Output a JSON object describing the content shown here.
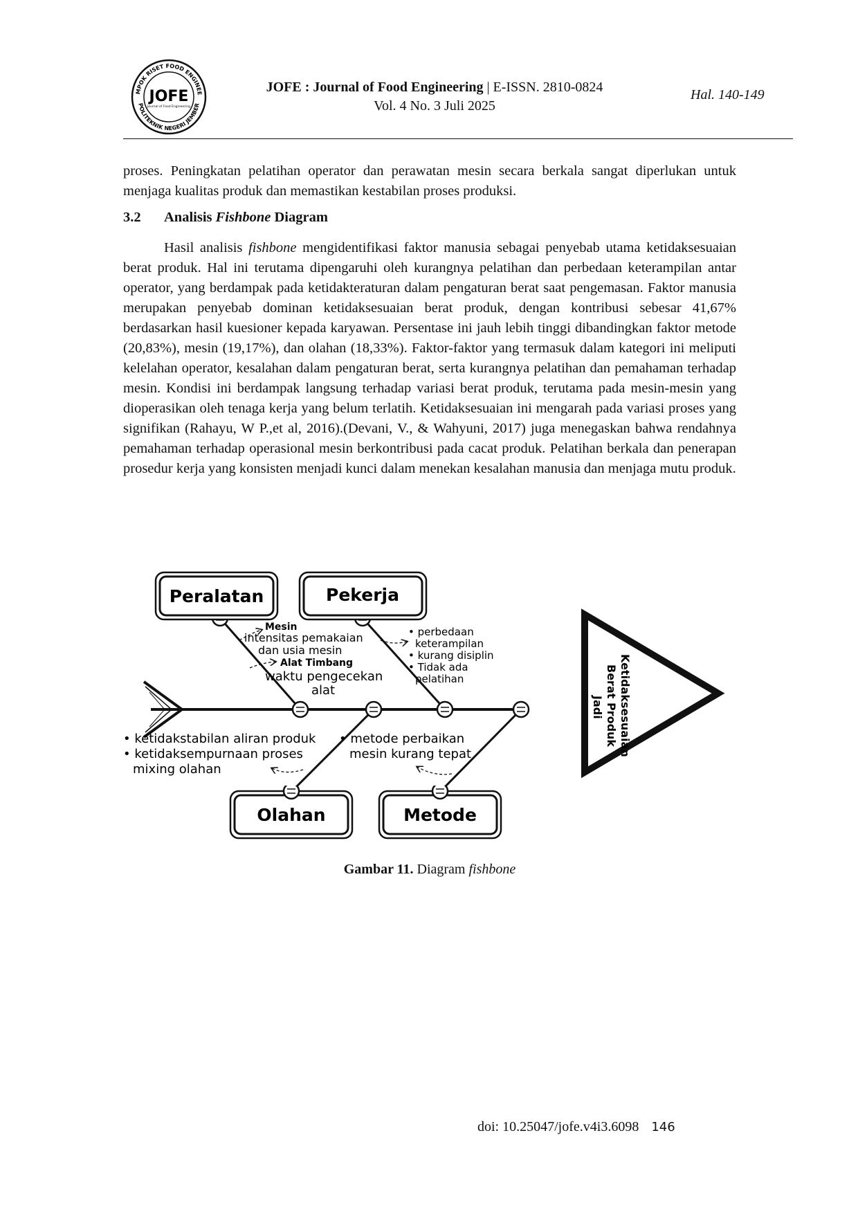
{
  "header": {
    "logo_top_text": "KELOMPOK RISET FOOD ENGINEERING",
    "logo_bottom_text": "POLITEKNIK NEGERI JEMBER",
    "logo_main": "JOFE",
    "logo_sub": "Journal of Food Engineering",
    "journal_title": "JOFE : Journal of Food Engineering",
    "separator": " | ",
    "issn": "E-ISSN. 2810-0824",
    "volume": "Vol. 4 No. 3 Juli 2025",
    "pages": "Hal. 140-149"
  },
  "paragraph1": "proses. Peningkatan pelatihan operator dan perawatan mesin secara berkala sangat diperlukan untuk menjaga kualitas produk dan memastikan kestabilan proses produksi.",
  "section": {
    "number": "3.2",
    "title_prefix": "Analisis ",
    "title_italic": "Fishbone",
    "title_suffix": " Diagram"
  },
  "paragraph2": {
    "lead": "Hasil analisis ",
    "lead_italic": "fishbone",
    "rest": " mengidentifikasi faktor manusia sebagai penyebab utama ketidaksesuaian berat produk. Hal ini terutama dipengaruhi oleh kurangnya pelatihan dan perbedaan keterampilan antar operator, yang berdampak pada ketidakteraturan dalam pengaturan berat saat pengemasan. Faktor manusia merupakan penyebab dominan ketidaksesuaian berat produk, dengan kontribusi sebesar 41,67% berdasarkan hasil kuesioner kepada karyawan. Persentase ini jauh lebih tinggi dibandingkan faktor metode (20,83%), mesin (19,17%), dan olahan (18,33%). Faktor-faktor yang termasuk dalam kategori ini meliputi kelelahan operator, kesalahan dalam pengaturan berat, serta kurangnya pelatihan dan pemahaman terhadap mesin. Kondisi ini berdampak langsung terhadap variasi berat produk, terutama pada mesin-mesin yang dioperasikan oleh tenaga kerja yang belum terlatih. Ketidaksesuaian ini mengarah pada variasi proses yang signifikan (Rahayu, W P.,et al, 2016).(Devani, V., & Wahyuni, 2017) juga menegaskan bahwa rendahnya pemahaman terhadap operasional mesin berkontribusi pada cacat produk. Pelatihan berkala dan penerapan prosedur kerja yang konsisten menjadi kunci dalam menekan kesalahan manusia dan menjaga mutu produk."
  },
  "diagram": {
    "categories": {
      "peralatan": "Peralatan",
      "pekerja": "Pekerja",
      "olahan": "Olahan",
      "metode": "Metode"
    },
    "effect_lines": [
      "Ketidaksesuaian",
      "Berat Produk",
      "Jadi"
    ],
    "peralatan_causes": {
      "mesin_title": "Mesin",
      "mesin_line1": "intensitas pemakaian",
      "mesin_line2": "dan usia mesin",
      "timbang_title": "Alat Timbang",
      "timbang_line1": "waktu pengecekan",
      "timbang_line2": "alat"
    },
    "pekerja_causes": {
      "line1": "• perbedaan",
      "line2": "keterampilan",
      "line3": "• kurang disiplin",
      "line4": "• Tidak ada",
      "line5": "pelatihan"
    },
    "olahan_causes": {
      "line1": "• ketidakstabilan aliran produk",
      "line2": "• ketidaksempurnaan proses",
      "line3": "mixing olahan"
    },
    "metode_causes": {
      "line1": "• metode perbaikan",
      "line2": "mesin kurang tepat"
    },
    "colors": {
      "ink": "#111111",
      "paper": "#ffffff"
    }
  },
  "caption": {
    "label": "Gambar 11.",
    "text": " Diagram ",
    "italic": "fishbone"
  },
  "footer": {
    "doi": "doi: 10.25047/jofe.v4i3.6098",
    "page_number": "146"
  }
}
